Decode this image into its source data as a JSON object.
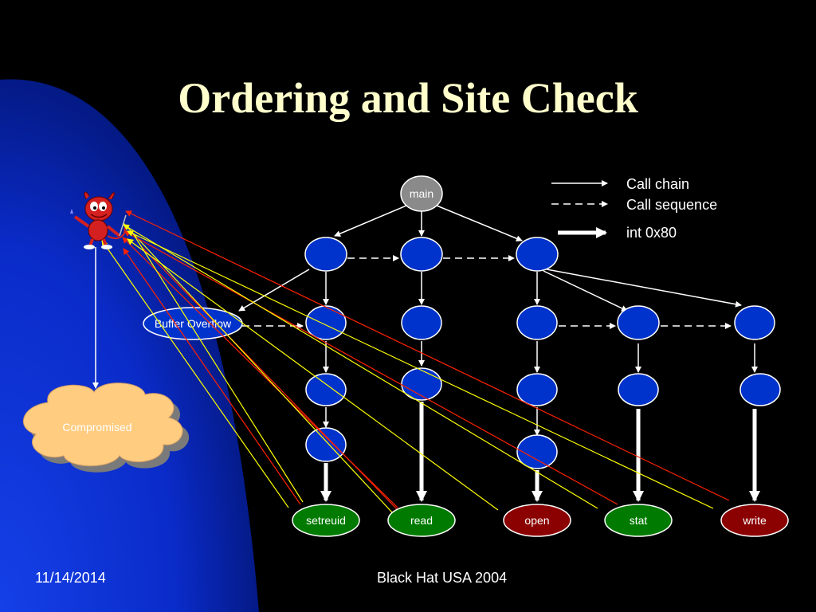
{
  "slide": {
    "title": "Ordering and Site Check",
    "footer_date": "11/14/2014",
    "footer_center": "Black Hat USA 2004"
  },
  "legend": {
    "call_chain": "Call chain",
    "call_sequence": "Call sequence",
    "int_0x80": "int 0x80"
  },
  "nodes": {
    "main": "main",
    "buffer_overflow": "Buffer Overflow",
    "compromised": "Compromised"
  },
  "syscalls": [
    {
      "label": "setreuid",
      "color": "#007a00"
    },
    {
      "label": "read",
      "color": "#007a00"
    },
    {
      "label": "open",
      "color": "#8b0000"
    },
    {
      "label": "stat",
      "color": "#007a00"
    },
    {
      "label": "write",
      "color": "#8b0000"
    }
  ],
  "colors": {
    "background": "#000000",
    "left_gradient": "#0a2bd8",
    "title": "#ffffcc",
    "function_node": "#0033cc",
    "main_node": "#808080",
    "red_line": "#ff2200",
    "yellow_line": "#ffff00",
    "cloud": "#ffcc80",
    "mascot": "#d42020"
  },
  "icons": {
    "mascot": "daemon-mascot-icon"
  }
}
